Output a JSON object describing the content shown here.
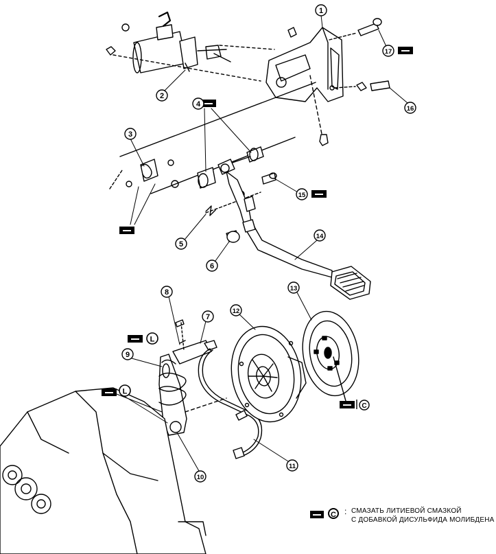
{
  "callouts": [
    {
      "id": "callout-1",
      "text": "1"
    },
    {
      "id": "callout-2",
      "text": "2"
    },
    {
      "id": "callout-3",
      "text": "3"
    },
    {
      "id": "callout-4",
      "text": "4"
    },
    {
      "id": "callout-5",
      "text": "5"
    },
    {
      "id": "callout-6",
      "text": "6"
    },
    {
      "id": "callout-7",
      "text": "7"
    },
    {
      "id": "callout-8",
      "text": "8"
    },
    {
      "id": "callout-9",
      "text": "9"
    },
    {
      "id": "callout-10",
      "text": "10"
    },
    {
      "id": "callout-11",
      "text": "11"
    },
    {
      "id": "callout-12",
      "text": "12"
    },
    {
      "id": "callout-13",
      "text": "13"
    },
    {
      "id": "callout-14",
      "text": "14"
    },
    {
      "id": "callout-15",
      "text": "15"
    },
    {
      "id": "callout-16",
      "text": "16"
    },
    {
      "id": "callout-17",
      "text": "17"
    }
  ],
  "markers": {
    "loctite": "L",
    "moly": "C"
  },
  "legend": {
    "symbol": "C",
    "colon": ":",
    "line1": "СМАЗАТЬ ЛИТИЕВОЙ СМАЗКОЙ",
    "line2": "С ДОБАВКОЙ ДИСУЛЬФИДА МОЛИБДЕНА"
  }
}
